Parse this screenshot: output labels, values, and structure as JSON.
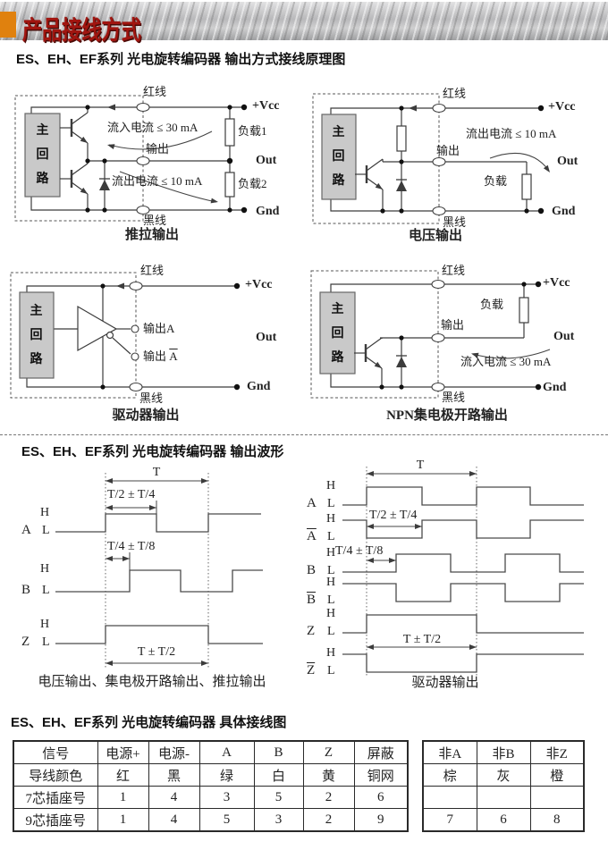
{
  "banner": {
    "title": "产品接线方式"
  },
  "sections": {
    "principle": "ES、EH、EF系列 光电旋转编码器 输出方式接线原理图",
    "waveform": "ES、EH、EF系列 光电旋转编码器 输出波形",
    "wiring": "ES、EH、EF系列 光电旋转编码器 具体接线图"
  },
  "common": {
    "main_circuit": "主回路",
    "red_wire": "红线",
    "black_wire": "黑线",
    "output": "输出",
    "vcc": "+Vcc",
    "out": "Out",
    "gnd": "Gnd"
  },
  "circuits": {
    "push_pull": {
      "caption": "推拉输出",
      "current_in": "流入电流 ≤ 30 mA",
      "current_out": "流出电流 ≤ 10 mA",
      "load1": "负载1",
      "load2": "负载2"
    },
    "voltage": {
      "caption": "电压输出",
      "current_out": "流出电流 ≤ 10 mA",
      "load": "负载"
    },
    "driver": {
      "caption": "驱动器输出",
      "output_a": "输出A",
      "output_abar_prefix": "输出 ",
      "output_abar_letter": "A"
    },
    "npn": {
      "caption": "NPN集电极开路输出",
      "current_in": "流入电流 ≤ 30 mA",
      "load": "负载"
    }
  },
  "waveforms": {
    "labels": {
      "h": "H",
      "l": "L",
      "t": "T",
      "t_half": "T/2 ± T/4",
      "t_quarter": "T/4 ± T/8",
      "t_full": "T ± T/2"
    },
    "left": {
      "channels": [
        "A",
        "B",
        "Z"
      ],
      "caption": "电压输出、集电极开路输出、推拉输出"
    },
    "right": {
      "channels": [
        "A",
        "B",
        "Z"
      ],
      "caption": "驱动器输出"
    }
  },
  "tables": {
    "main": {
      "rows": [
        [
          "信号",
          "电源+",
          "电源-",
          "A",
          "B",
          "Z",
          "屏蔽"
        ],
        [
          "导线颜色",
          "红",
          "黑",
          "绿",
          "白",
          "黄",
          "铜网"
        ],
        [
          "7芯插座号",
          "1",
          "4",
          "3",
          "5",
          "2",
          "6"
        ],
        [
          "9芯插座号",
          "1",
          "4",
          "5",
          "3",
          "2",
          "9"
        ]
      ]
    },
    "aux": {
      "rows": [
        [
          "非A",
          "非B",
          "非Z"
        ],
        [
          "棕",
          "灰",
          "橙"
        ],
        [
          "",
          "",
          ""
        ],
        [
          "7",
          "6",
          "8"
        ]
      ]
    }
  }
}
